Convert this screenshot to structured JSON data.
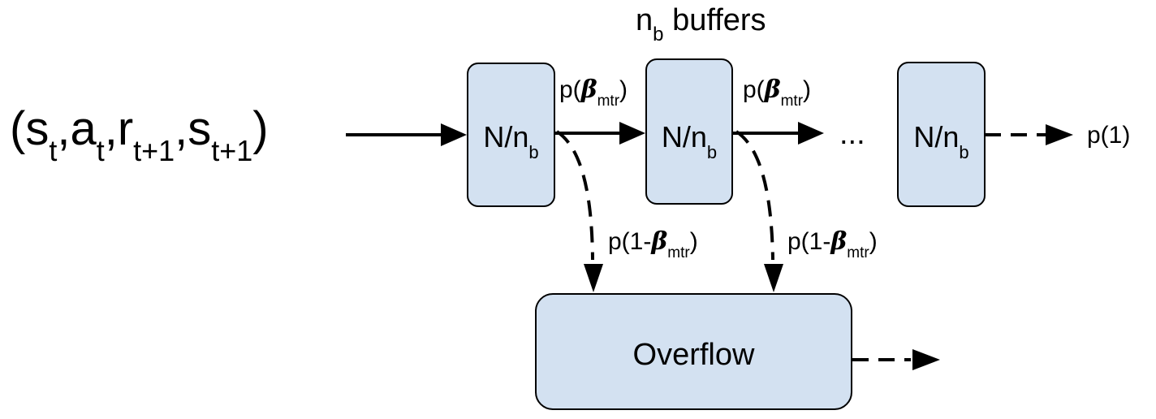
{
  "colors": {
    "box_fill": "#d3e1f1",
    "stroke": "#000000",
    "background": "#ffffff"
  },
  "input": {
    "open_paren": "(",
    "s": "s",
    "t": "t",
    "comma": ",",
    "a": "a",
    "r": "r",
    "t_plus_1": "t+1",
    "close_paren": ")"
  },
  "buffers_header": {
    "n": "n",
    "b": "b",
    "text": "buffers"
  },
  "buffer_box": {
    "label_main": "N/n",
    "label_sub": "b"
  },
  "transition_label": {
    "p_open": "p(",
    "beta": "β",
    "sub": "mtr",
    "close": ")"
  },
  "overflow_label": {
    "p_open": "p(1-",
    "beta": "β",
    "sub": "mtr",
    "close": ")"
  },
  "ellipsis": "...",
  "exit_label": "p(1)",
  "overflow_box": {
    "label": "Overflow"
  }
}
